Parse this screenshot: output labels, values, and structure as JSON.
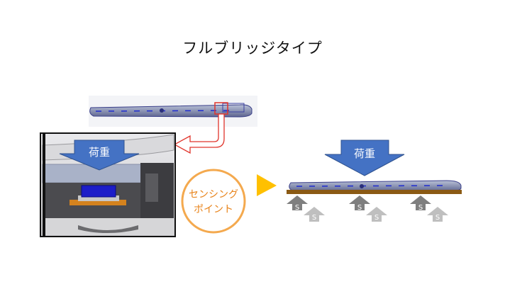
{
  "title": "フルブリッジタイプ",
  "detail_load_label": "荷重",
  "right_load_label": "荷重",
  "sensing_point_line1": "センシング",
  "sensing_point_line2": "ポイント",
  "sensor_label": "S",
  "colors": {
    "load_arrow": "#4472c4",
    "sensing_circle": "#f4a94e",
    "sensing_text": "#e8831a",
    "play_arrow": "#ffc000",
    "callout_red": "#e0342b",
    "base_bar": "#8b5a14",
    "sensor_dark": "#7f7f7f",
    "sensor_light": "#bfbfbf"
  },
  "icons": [
    "load-arrow-icon",
    "play-triangle-icon",
    "callout-arrow-icon",
    "sensor-arrow-icon"
  ]
}
